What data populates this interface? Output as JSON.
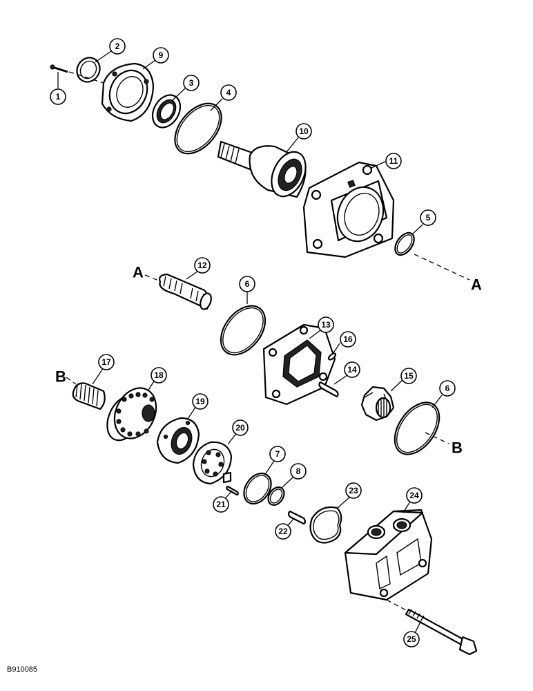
{
  "figure_code": "B910085",
  "callouts": [
    {
      "id": "1",
      "label": "1"
    },
    {
      "id": "2",
      "label": "2"
    },
    {
      "id": "3",
      "label": "3"
    },
    {
      "id": "4",
      "label": "4"
    },
    {
      "id": "5",
      "label": "5"
    },
    {
      "id": "6a",
      "label": "6"
    },
    {
      "id": "6b",
      "label": "6"
    },
    {
      "id": "7",
      "label": "7"
    },
    {
      "id": "8",
      "label": "8"
    },
    {
      "id": "9",
      "label": "9"
    },
    {
      "id": "10",
      "label": "10"
    },
    {
      "id": "11",
      "label": "11"
    },
    {
      "id": "12",
      "label": "12"
    },
    {
      "id": "13",
      "label": "13"
    },
    {
      "id": "14",
      "label": "14"
    },
    {
      "id": "15",
      "label": "15"
    },
    {
      "id": "16",
      "label": "16"
    },
    {
      "id": "17",
      "label": "17"
    },
    {
      "id": "18",
      "label": "18"
    },
    {
      "id": "19",
      "label": "19"
    },
    {
      "id": "20",
      "label": "20"
    },
    {
      "id": "21",
      "label": "21"
    },
    {
      "id": "22",
      "label": "22"
    },
    {
      "id": "23",
      "label": "23"
    },
    {
      "id": "24",
      "label": "24"
    },
    {
      "id": "25",
      "label": "25"
    }
  ],
  "reference_letters": {
    "a_left": "A",
    "a_right": "A",
    "b_left": "B",
    "b_right": "B"
  }
}
